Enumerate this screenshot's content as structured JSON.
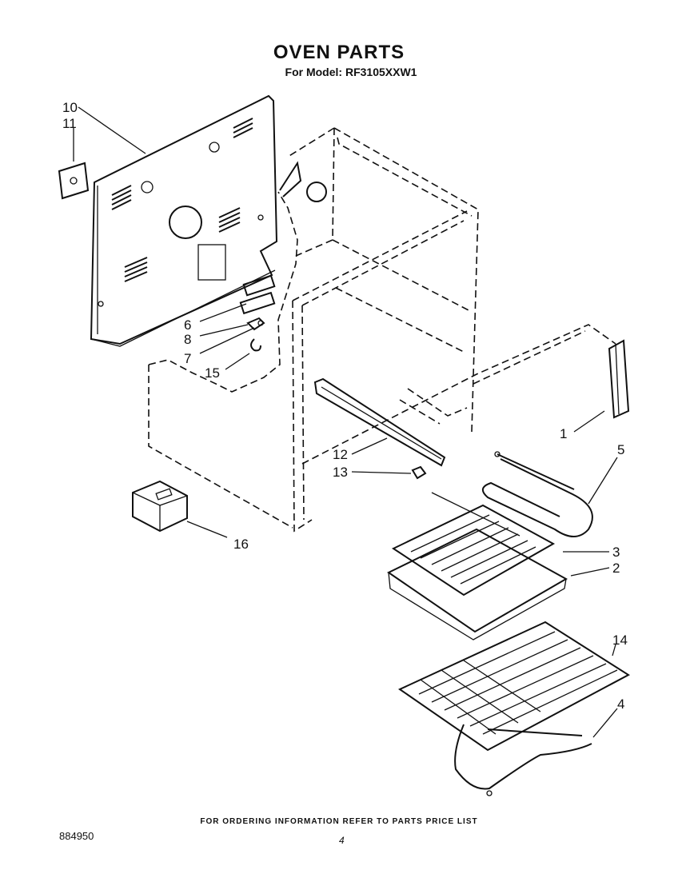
{
  "title": "OVEN PARTS",
  "subtitle": "For Model: RF3105XXW1",
  "footer": "FOR ORDERING INFORMATION REFER TO PARTS PRICE LIST",
  "doc_number": "884950",
  "page_number": "4",
  "callouts": {
    "c10": "10",
    "c11": "11",
    "c6": "6",
    "c8": "8",
    "c7": "7",
    "c15": "15",
    "c1": "1",
    "c5": "5",
    "c12": "12",
    "c13": "13",
    "c3": "3",
    "c2": "2",
    "c16": "16",
    "c14": "14",
    "c4": "4"
  }
}
